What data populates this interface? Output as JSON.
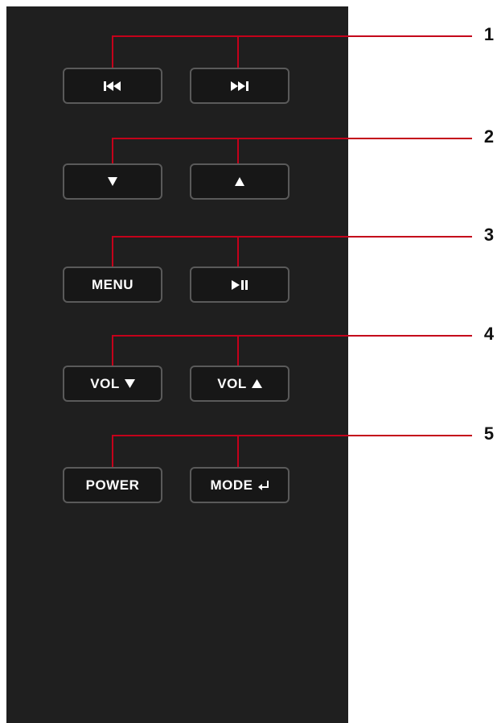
{
  "colors": {
    "panel": "#1f1f1f",
    "button_fill": "#171717",
    "button_border": "#5a5a5a",
    "leader_line": "#c4001a",
    "text": "#ffffff"
  },
  "callouts": [
    {
      "number": "1",
      "left_button": {
        "icon": "previous-track-icon"
      },
      "right_button": {
        "icon": "next-track-icon"
      }
    },
    {
      "number": "2",
      "left_button": {
        "icon": "down-arrow-icon"
      },
      "right_button": {
        "icon": "up-arrow-icon"
      }
    },
    {
      "number": "3",
      "left_button": {
        "label": "MENU"
      },
      "right_button": {
        "icon": "play-pause-icon"
      }
    },
    {
      "number": "4",
      "left_button": {
        "label": "VOL",
        "icon": "down-triangle-icon"
      },
      "right_button": {
        "label": "VOL",
        "icon": "up-triangle-icon"
      }
    },
    {
      "number": "5",
      "left_button": {
        "label": "POWER"
      },
      "right_button": {
        "label": "MODE",
        "icon": "enter-arrow-icon"
      }
    }
  ]
}
